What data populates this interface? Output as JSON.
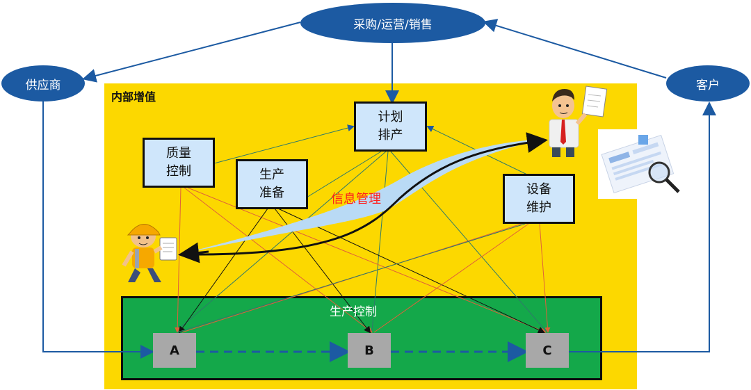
{
  "diagram": {
    "top_ellipse": "采购/运营/销售",
    "supplier": "供应商",
    "customer": "客户",
    "inner_title": "内部增值",
    "plan_box": [
      "计划",
      "排产"
    ],
    "quality_box": [
      "质量",
      "控制"
    ],
    "prep_box": [
      "生产",
      "准备"
    ],
    "equip_box": [
      "设备",
      "维护"
    ],
    "info_mgmt": "信息管理",
    "production_control": "生产控制",
    "nodes": [
      "A",
      "B",
      "C"
    ]
  },
  "colors": {
    "ellipse_blue": "#1c5aa2",
    "yellow_area": "#fcd800",
    "green_area": "#14a84a",
    "box_fill": "#cfe6fb",
    "node_gray": "#a8a8a8",
    "info_text": "#ff1e1e"
  },
  "icons": [
    "worker-with-hardhat-icon",
    "manager-with-document-icon",
    "report-papers-magnifier-icon"
  ]
}
